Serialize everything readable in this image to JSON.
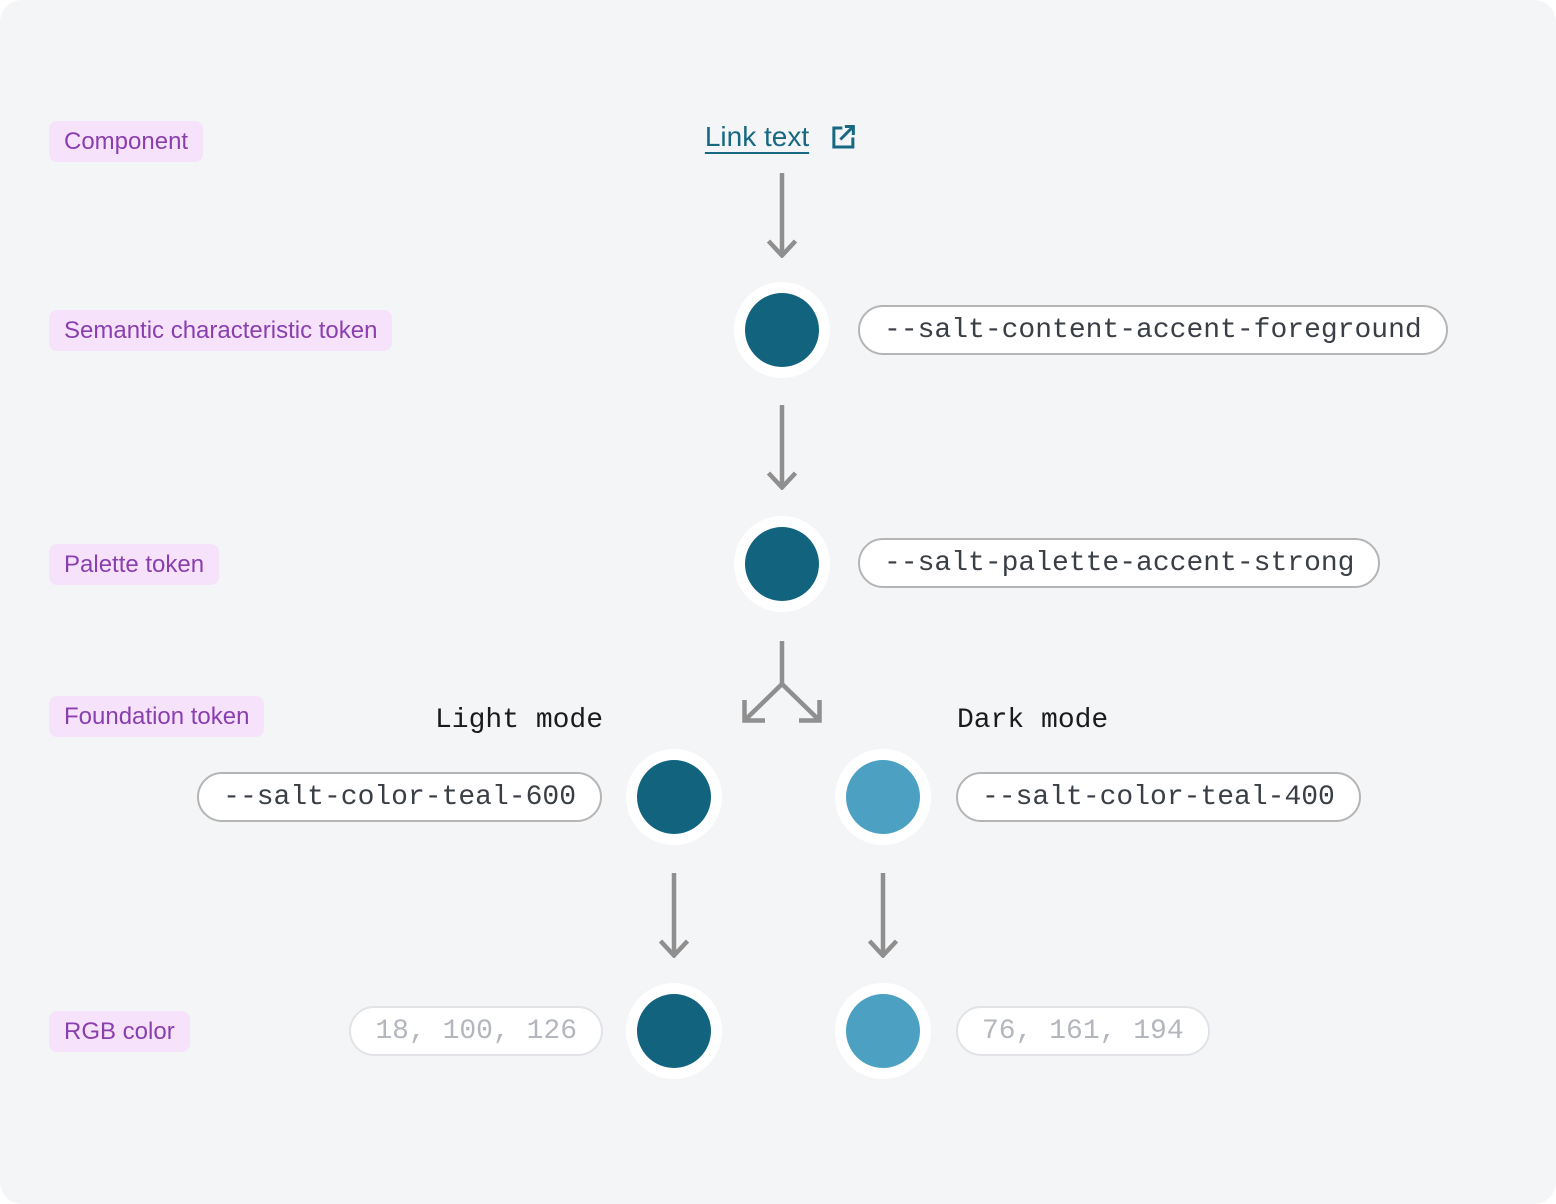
{
  "row_labels": {
    "component": "Component",
    "semantic": "Semantic characteristic token",
    "palette": "Palette token",
    "foundation": "Foundation token",
    "rgb": "RGB color"
  },
  "link": {
    "text": "Link text",
    "icon": "tearout-external-link-icon"
  },
  "modes": {
    "light": "Light mode",
    "dark": "Dark mode"
  },
  "tokens": {
    "semantic": "--salt-content-accent-foreground",
    "palette": "--salt-palette-accent-strong",
    "foundation_light": "--salt-color-teal-600",
    "foundation_dark": "--salt-color-teal-400"
  },
  "rgb_values": {
    "light": "18, 100, 126",
    "dark": "76, 161, 194"
  },
  "colors": {
    "teal_600": "#12647E",
    "teal_400": "#4CA1C2",
    "link_text": "#176881",
    "canvas_background": "#F4F5F7",
    "label_background": "#F6E3FB",
    "label_text": "#8A3FAE",
    "arrow": "#8F8F8F",
    "pill_border": "#B5B5B5",
    "pill_text": "#3A3F46",
    "rgb_pill_border": "#E1E3E7",
    "rgb_pill_text": "#B3B7BD"
  }
}
